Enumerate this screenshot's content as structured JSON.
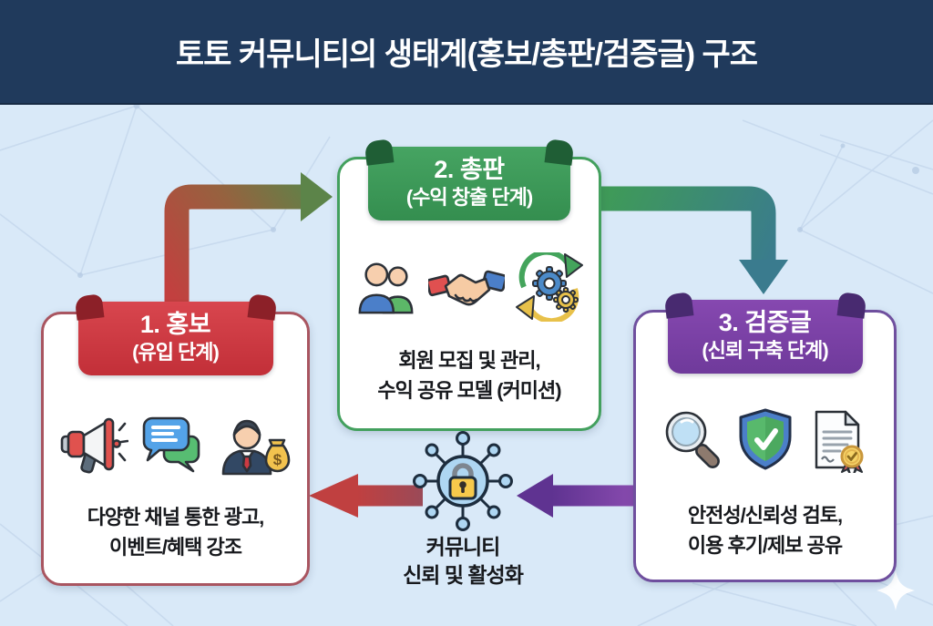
{
  "title": "토토 커뮤니티의 생태계(홍보/총판/검증글) 구조",
  "boxes": {
    "promo": {
      "step": "1. 홍보",
      "stage": "(유입 단계)",
      "line1": "다양한 채널 통한 광고,",
      "line2": "이벤트/혜택 강조",
      "accent_color": "#c9353e",
      "icons": [
        "megaphone-icon",
        "chat-bubbles-icon",
        "recruiter-money-icon"
      ]
    },
    "distributor": {
      "step": "2. 총판",
      "stage": "(수익 창출 단계)",
      "line1": "회원 모집 및 관리,",
      "line2": "수익 공유 모델 (커미션)",
      "accent_color": "#3d9a56",
      "icons": [
        "members-icon",
        "handshake-icon",
        "commission-cycle-icon"
      ]
    },
    "verification": {
      "step": "3. 검증글",
      "stage": "(신뢰 구축 단계)",
      "line1": "안전성/신뢰성 검토,",
      "line2": "이용 후기/제보 공유",
      "accent_color": "#7a3fa5",
      "icons": [
        "magnifier-icon",
        "shield-check-icon",
        "certificate-icon"
      ]
    }
  },
  "hub": {
    "line1": "커뮤니티",
    "line2": "신뢰 및 활성화",
    "icon": "network-lock-icon"
  },
  "flow": {
    "promo_to_distributor": "red-to-green arrow, up then right",
    "distributor_to_verification": "green-to-teal arrow, right then down",
    "verification_to_hub": "purple arrow, left",
    "hub_to_promo": "maroon-to-red arrow, left"
  },
  "colors": {
    "header_bg": "#203a5c",
    "canvas_bg": "#d9e9f8",
    "promo_red": "#c9353e",
    "distributor_green": "#3d9a56",
    "verification_purple": "#7a3fa5",
    "arrow_teal": "#3a7b8e",
    "arrow_olive": "#5c8449"
  }
}
